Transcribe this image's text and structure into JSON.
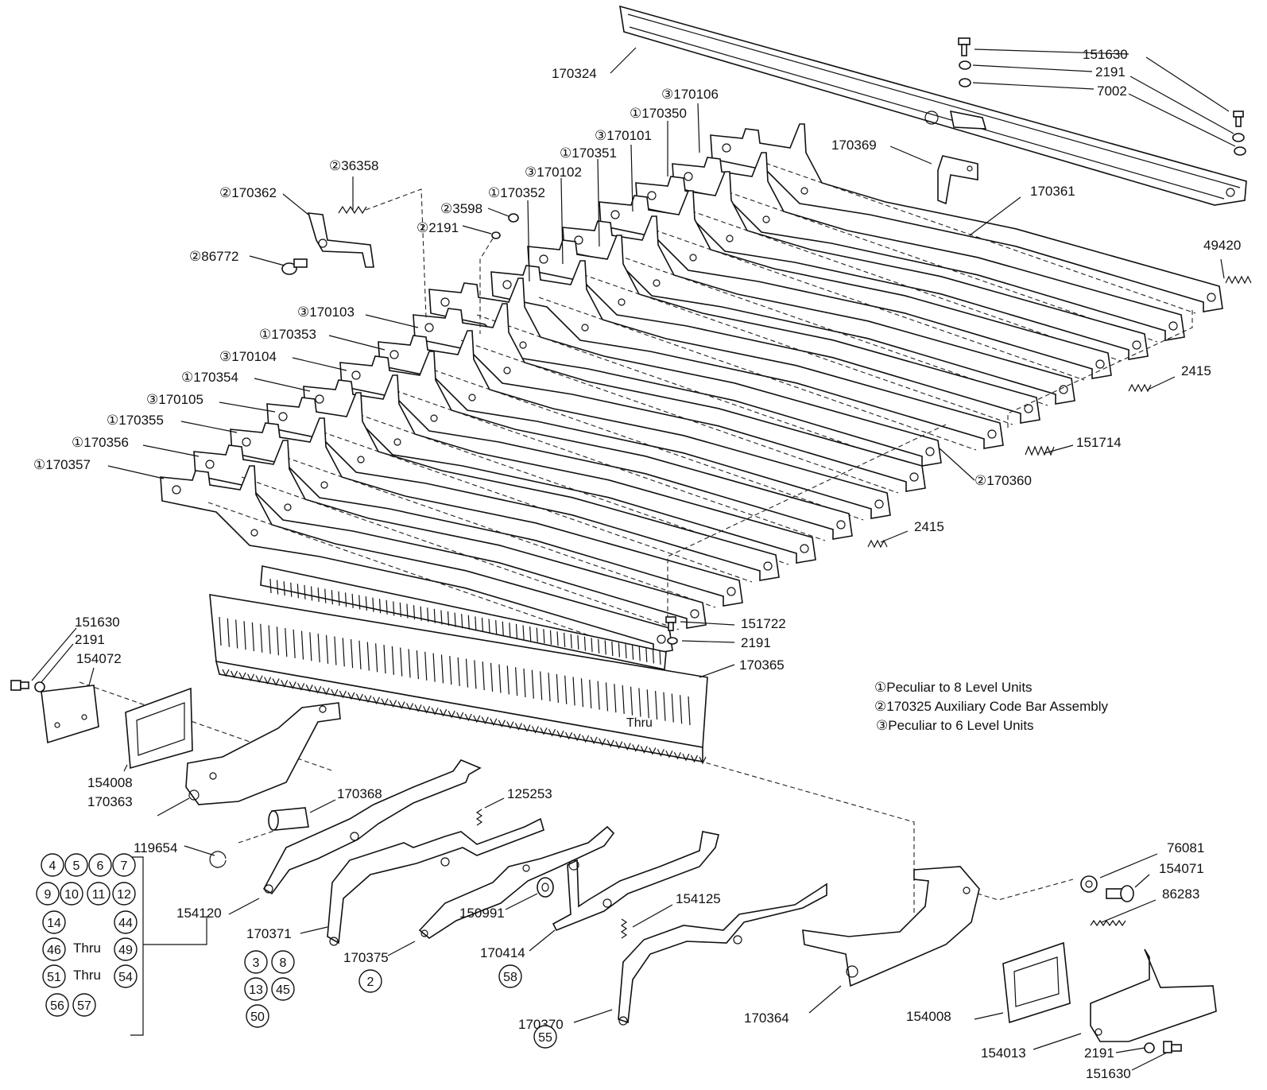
{
  "labels": [
    {
      "id": "p170324",
      "text": "170324"
    },
    {
      "id": "p151630a",
      "text": "151630"
    },
    {
      "id": "p2191a",
      "text": "2191"
    },
    {
      "id": "p7002",
      "text": "7002"
    },
    {
      "id": "p170106",
      "text": "③170106"
    },
    {
      "id": "p170350",
      "text": "①170350"
    },
    {
      "id": "p170101",
      "text": "③170101"
    },
    {
      "id": "p170351",
      "text": "①170351"
    },
    {
      "id": "p170369",
      "text": "170369"
    },
    {
      "id": "p170102",
      "text": "③170102"
    },
    {
      "id": "p170352",
      "text": "①170352"
    },
    {
      "id": "p36358",
      "text": "②36358"
    },
    {
      "id": "p170362",
      "text": "②170362"
    },
    {
      "id": "p3598",
      "text": "②3598"
    },
    {
      "id": "p2191b",
      "text": "②2191"
    },
    {
      "id": "p86772",
      "text": "②86772"
    },
    {
      "id": "p170361",
      "text": "170361"
    },
    {
      "id": "p49420",
      "text": "49420"
    },
    {
      "id": "p170103",
      "text": "③170103"
    },
    {
      "id": "p170353",
      "text": "①170353"
    },
    {
      "id": "p170104",
      "text": "③170104"
    },
    {
      "id": "p170354",
      "text": "①170354"
    },
    {
      "id": "p170105",
      "text": "③170105"
    },
    {
      "id": "p170355",
      "text": "①170355"
    },
    {
      "id": "p170356",
      "text": "①170356"
    },
    {
      "id": "p170357",
      "text": "①170357"
    },
    {
      "id": "p2415a",
      "text": "2415"
    },
    {
      "id": "p151714",
      "text": "151714"
    },
    {
      "id": "p170360",
      "text": "②170360"
    },
    {
      "id": "p2415b",
      "text": "2415"
    },
    {
      "id": "p151722",
      "text": "151722"
    },
    {
      "id": "p2191c",
      "text": "2191"
    },
    {
      "id": "p170365",
      "text": "170365"
    },
    {
      "id": "p151630b",
      "text": "151630"
    },
    {
      "id": "p2191d",
      "text": "2191"
    },
    {
      "id": "p154072",
      "text": "154072"
    },
    {
      "id": "p154008a",
      "text": "154008"
    },
    {
      "id": "p170363",
      "text": "170363"
    },
    {
      "id": "p170368",
      "text": "170368"
    },
    {
      "id": "p125253",
      "text": "125253"
    },
    {
      "id": "p119654",
      "text": "119654"
    },
    {
      "id": "p154120",
      "text": "154120"
    },
    {
      "id": "p150991",
      "text": "150991"
    },
    {
      "id": "p154125",
      "text": "154125"
    },
    {
      "id": "p170371",
      "text": "170371"
    },
    {
      "id": "p170375",
      "text": "170375"
    },
    {
      "id": "p170414",
      "text": "170414"
    },
    {
      "id": "p170370",
      "text": "170370"
    },
    {
      "id": "p170364",
      "text": "170364"
    },
    {
      "id": "p154008b",
      "text": "154008"
    },
    {
      "id": "p154013",
      "text": "154013"
    },
    {
      "id": "p76081",
      "text": "76081"
    },
    {
      "id": "p154071",
      "text": "154071"
    },
    {
      "id": "p86283",
      "text": "86283"
    },
    {
      "id": "p2191e",
      "text": "2191"
    },
    {
      "id": "p151630c",
      "text": "151630"
    },
    {
      "id": "p58mark",
      "text": "58"
    },
    {
      "id": "thru1",
      "text": "Thru"
    },
    {
      "id": "thru2",
      "text": "Thru"
    },
    {
      "id": "thru3",
      "text": "Thru"
    }
  ],
  "circled_numbers": [
    {
      "id": "c4",
      "text": "4"
    },
    {
      "id": "c5",
      "text": "5"
    },
    {
      "id": "c6",
      "text": "6"
    },
    {
      "id": "c7",
      "text": "7"
    },
    {
      "id": "c9",
      "text": "9"
    },
    {
      "id": "c10",
      "text": "10"
    },
    {
      "id": "c11",
      "text": "11"
    },
    {
      "id": "c12",
      "text": "12"
    },
    {
      "id": "c14",
      "text": "14"
    },
    {
      "id": "c44",
      "text": "44"
    },
    {
      "id": "c46",
      "text": "46"
    },
    {
      "id": "c49",
      "text": "49"
    },
    {
      "id": "c51",
      "text": "51"
    },
    {
      "id": "c54",
      "text": "54"
    },
    {
      "id": "c56",
      "text": "56"
    },
    {
      "id": "c57",
      "text": "57"
    },
    {
      "id": "c3",
      "text": "3"
    },
    {
      "id": "c8",
      "text": "8"
    },
    {
      "id": "c13",
      "text": "13"
    },
    {
      "id": "c45",
      "text": "45"
    },
    {
      "id": "c50",
      "text": "50"
    },
    {
      "id": "c2",
      "text": "2"
    },
    {
      "id": "c58",
      "text": "58"
    },
    {
      "id": "c55",
      "text": "55"
    }
  ],
  "legend": [
    {
      "id": "leg1",
      "text": "①Peculiar to 8 Level Units"
    },
    {
      "id": "leg2",
      "text": "②170325 Auxiliary Code Bar Assembly"
    },
    {
      "id": "leg3",
      "text": "③Peculiar to 6 Level Units"
    }
  ]
}
